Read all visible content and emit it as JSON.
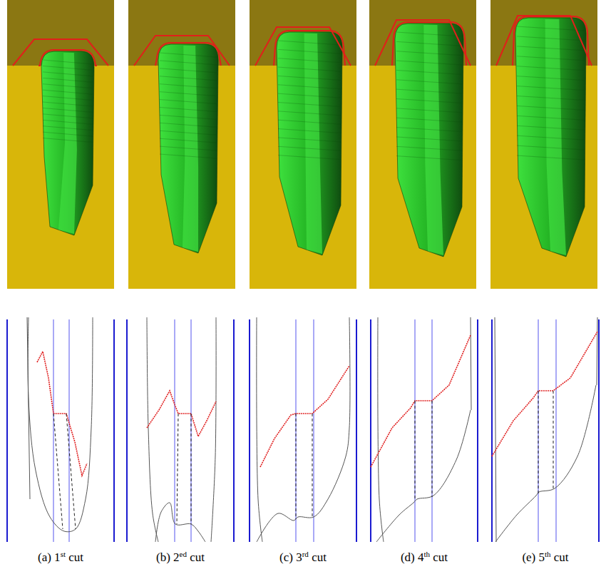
{
  "diagram": {
    "labels": [
      "(a) 1st cut",
      "(b) 2ed cut",
      "(c) 3rd cut",
      "(d) 4th cut",
      "(e) 5th cut"
    ]
  }
}
